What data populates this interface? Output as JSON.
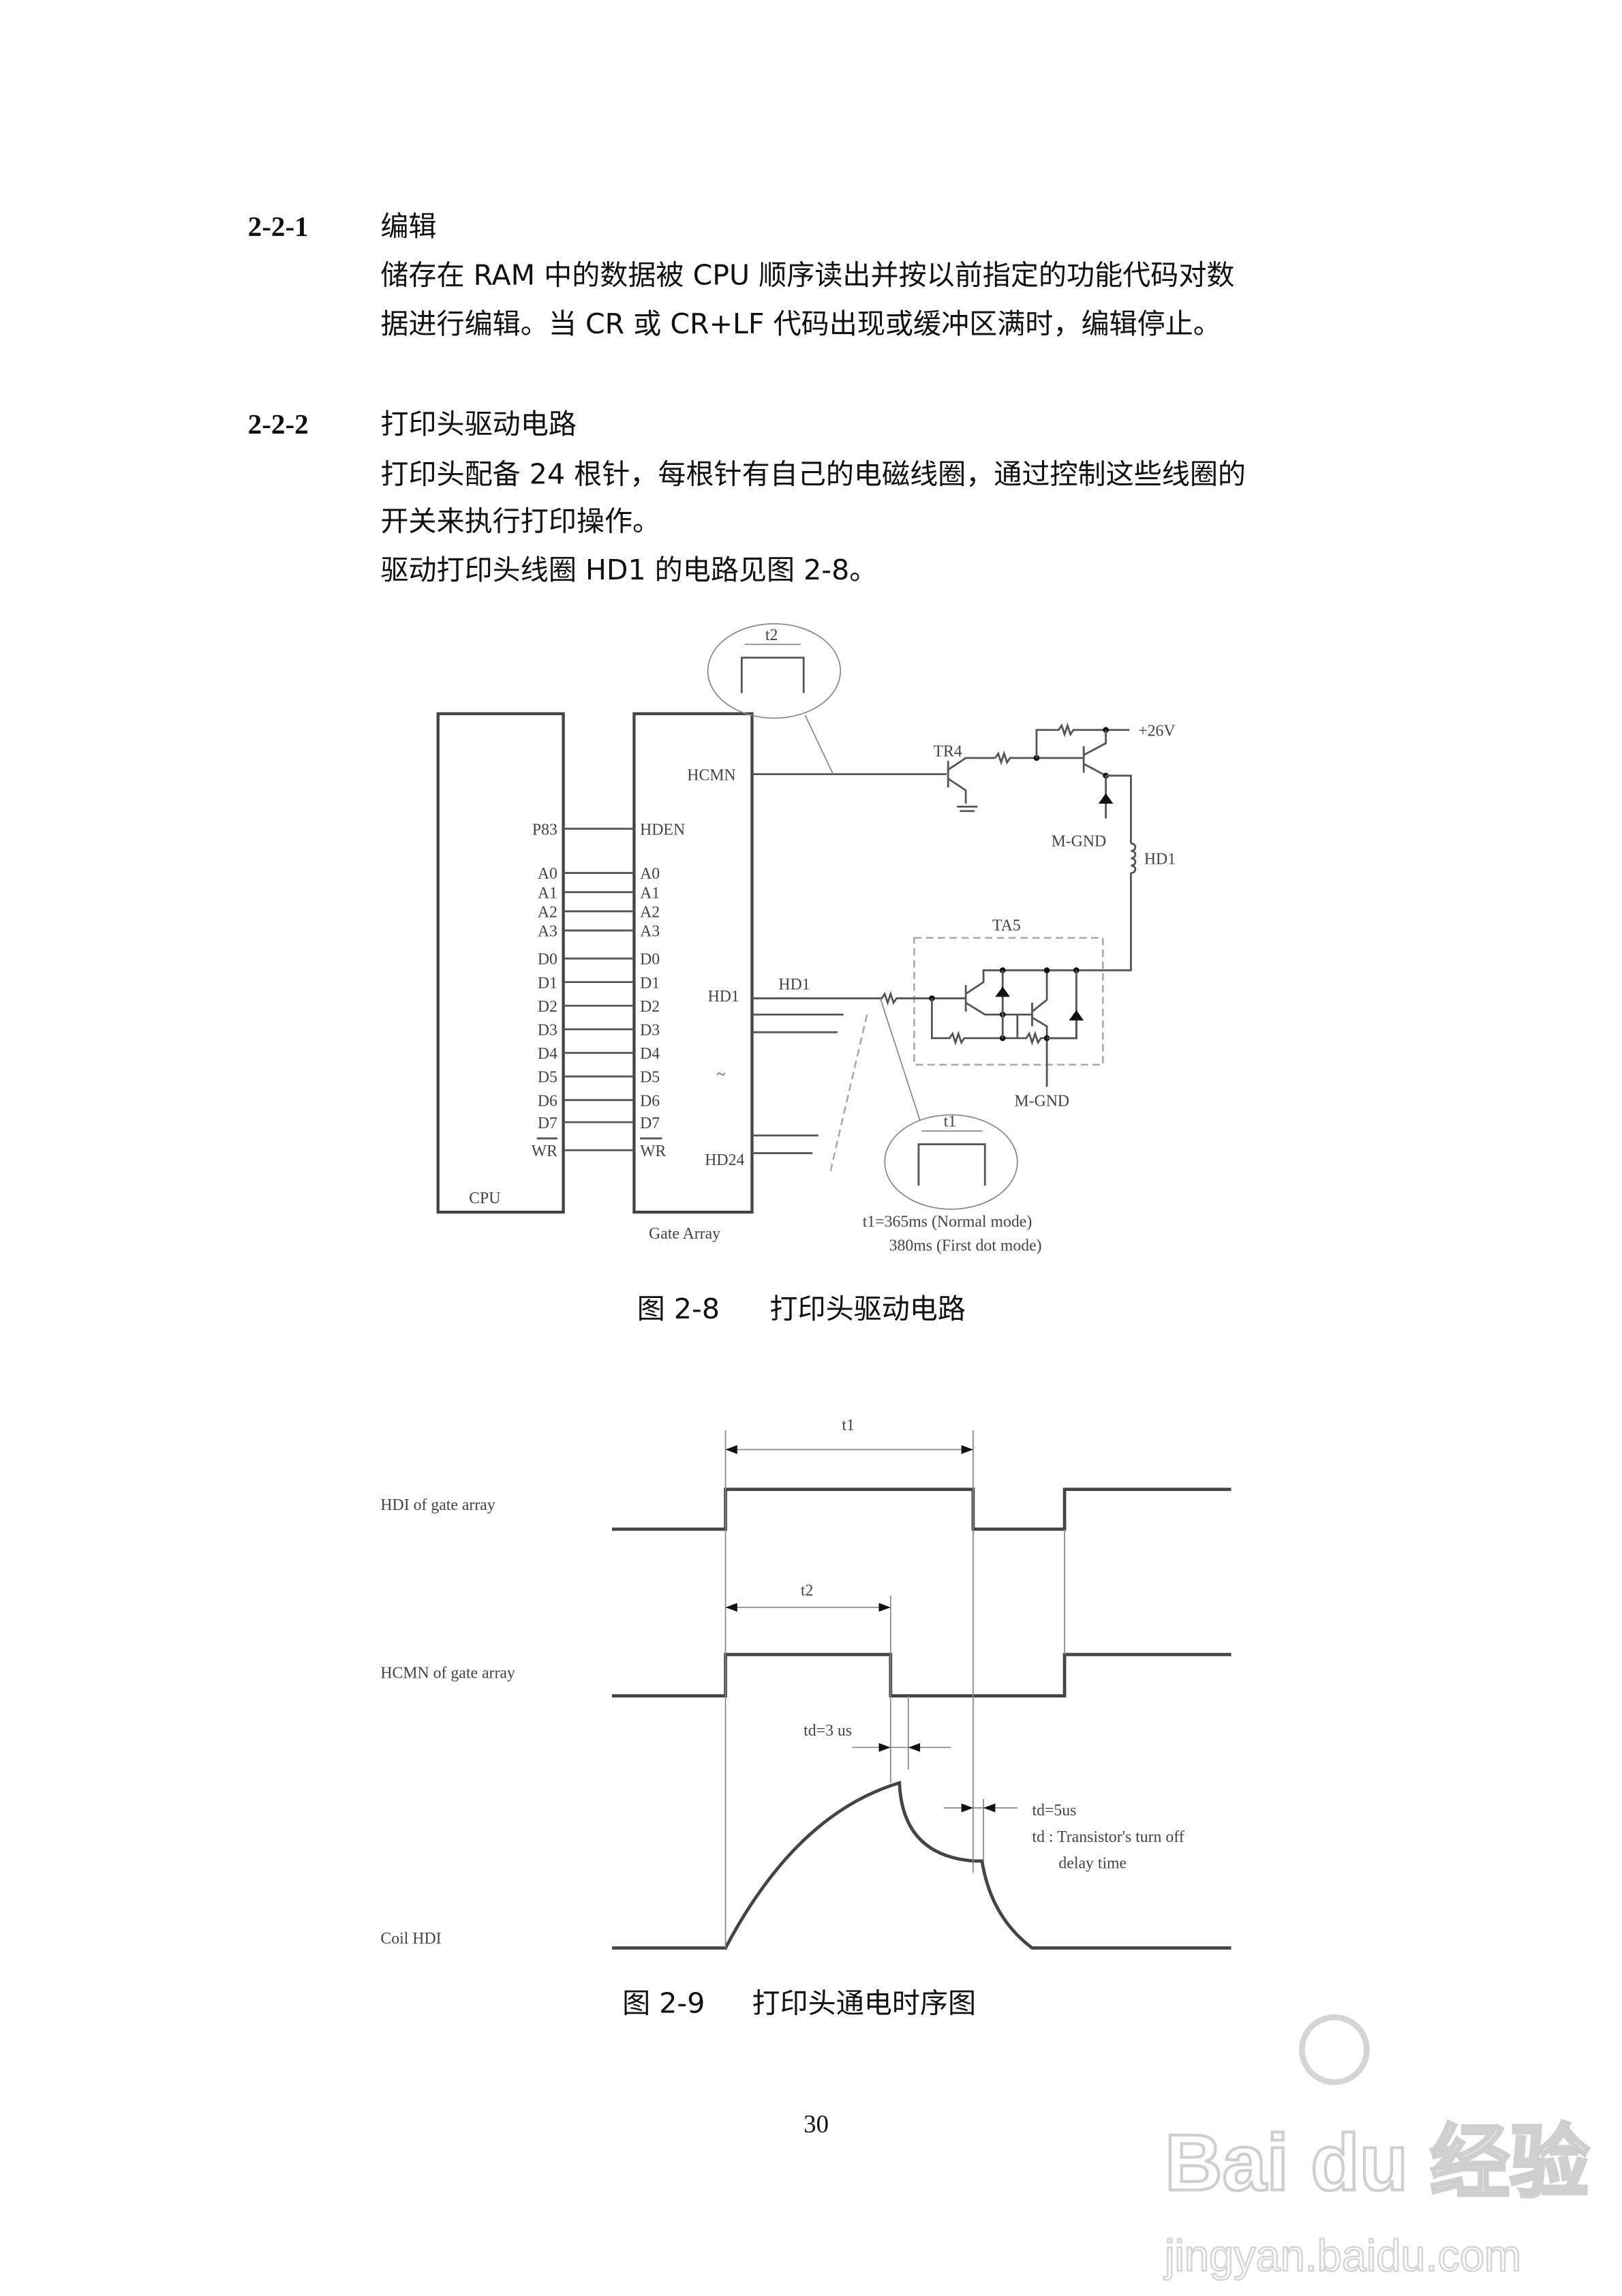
{
  "sections": [
    {
      "number": "2-2-1",
      "title": "编辑",
      "lines": [
        "储存在 RAM 中的数据被 CPU 顺序读出并按以前指定的功能代码对数",
        "据进行编辑。当 CR 或 CR+LF 代码出现或缓冲区满时，编辑停止。"
      ]
    },
    {
      "number": "2-2-2",
      "title": "打印头驱动电路",
      "lines": [
        "打印头配备 24 根针，每根针有自己的电磁线圈，通过控制这些线圈的",
        "开关来执行打印操作。",
        "驱动打印头线圈 HD1 的电路见图 2-8。"
      ]
    }
  ],
  "figure1": {
    "caption_num": "图 2-8",
    "caption_text": "打印头驱动电路",
    "cpu_label": "CPU",
    "gate_label": "Gate Array",
    "cpu_pins": [
      "P83",
      "A0",
      "A1",
      "A2",
      "A3",
      "D0",
      "D1",
      "D2",
      "D3",
      "D4",
      "D5",
      "D6",
      "D7",
      "WR"
    ],
    "gate_pins": [
      "HDEN",
      "A0",
      "A1",
      "A2",
      "A3",
      "D0",
      "D1",
      "D2",
      "D3",
      "D4",
      "D5",
      "D6",
      "D7",
      "WR"
    ],
    "hcmn": "HCMN",
    "hd1": "HD1",
    "hd1_wire": "HD1",
    "hd24": "HD24",
    "tr4": "TR4",
    "plus26": "+26V",
    "mgnd1": "M-GND",
    "coil": "HD1",
    "ta5": "TA5",
    "mgnd2": "M-GND",
    "t2": "t2",
    "t1": "t1",
    "note1": "t1=365ms (Normal mode)",
    "note2": "380ms (First dot mode)"
  },
  "figure2": {
    "caption_num": "图 2-9",
    "caption_text": "打印头通电时序图",
    "hdi_label": "HDI of gate array",
    "hcmn_label": "HCMN of gate array",
    "coil_label": "Coil HDI",
    "t1": "t1",
    "t2": "t2",
    "td3": "td=3 us",
    "td5": "td=5us",
    "td_note1": "td : Transistor's turn off",
    "td_note2": "delay time"
  },
  "page_number": "30",
  "watermark": {
    "brand": "Baidu经验",
    "url": "jingyan.baidu.com"
  }
}
